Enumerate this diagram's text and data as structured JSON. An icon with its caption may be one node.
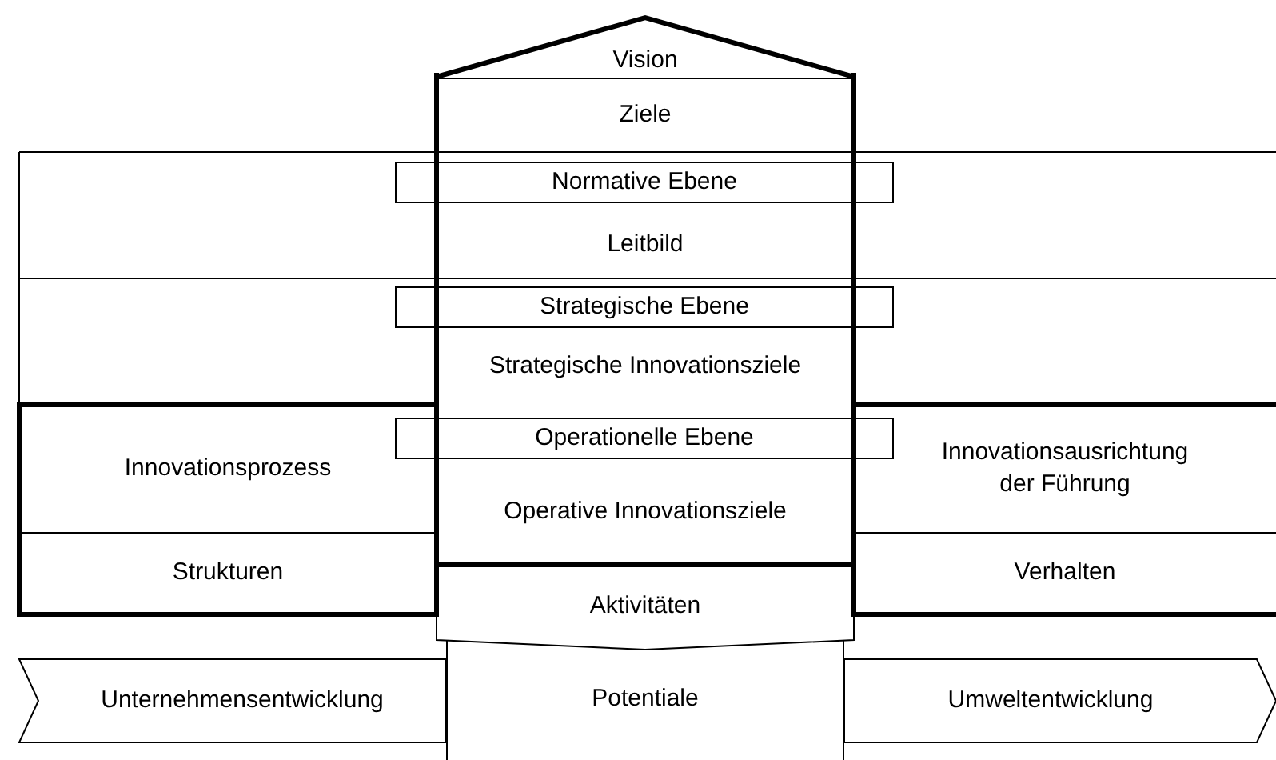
{
  "diagram": {
    "nodes": [
      {
        "text": [
          "Vision"
        ]
      },
      {
        "text": [
          "Ziele"
        ]
      },
      {
        "text": [
          "Normative Ebene"
        ]
      },
      {
        "text": [
          "Leitbild"
        ]
      },
      {
        "text": [
          "Strategische Ebene"
        ]
      },
      {
        "text": [
          "Strategische Innovationsziele"
        ]
      },
      {
        "text": [
          "Innovationsprozess"
        ]
      },
      {
        "text": [
          "Operationelle Ebene"
        ]
      },
      {
        "text": [
          "Innovationsausrichtung der Führung"
        ]
      },
      {
        "text": [
          "Operative Innovationsziele"
        ]
      },
      {
        "text": [
          "Strukturen"
        ]
      },
      {
        "text": [
          "Aktivitäten"
        ]
      },
      {
        "text": [
          "Verhalten"
        ]
      },
      {
        "text": [
          "Unternehmensentwicklung"
        ]
      },
      {
        "text": [
          "Potentiale"
        ]
      },
      {
        "text": [
          "Umweltentwicklung"
        ]
      }
    ]
  }
}
